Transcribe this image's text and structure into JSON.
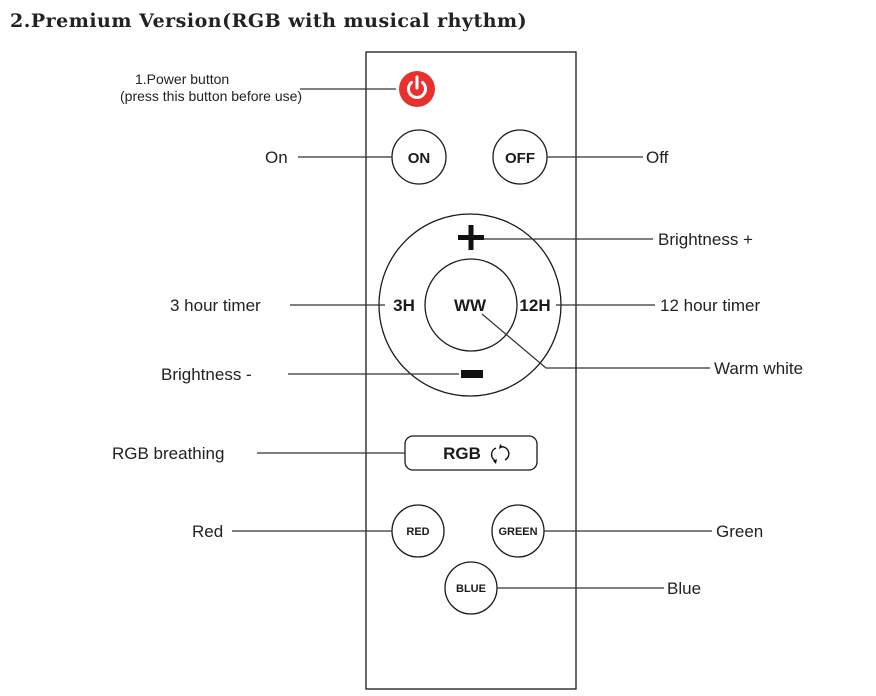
{
  "title": "2.Premium Version(RGB with musical rhythm)",
  "labels": {
    "power_line1": "1.Power button",
    "power_line2": "(press this button before use)",
    "on": "On",
    "off": "Off",
    "brightness_plus": "Brightness +",
    "timer_3h": "3 hour timer",
    "timer_12h": "12 hour timer",
    "warm_white": "Warm white",
    "brightness_minus": "Brightness -",
    "rgb_breathing": "RGB breathing",
    "red": "Red",
    "green": "Green",
    "blue": "Blue"
  },
  "buttons": {
    "on": "ON",
    "off": "OFF",
    "h3": "3H",
    "ww": "WW",
    "h12": "12H",
    "rgb": "RGB",
    "red": "RED",
    "green": "GREEN",
    "blue": "BLUE"
  },
  "colors": {
    "power_button": "#e8312f"
  },
  "icons": {
    "power": "power-icon",
    "plus": "plus-icon",
    "minus": "minus-icon",
    "breathing": "circular-arrows-icon"
  }
}
